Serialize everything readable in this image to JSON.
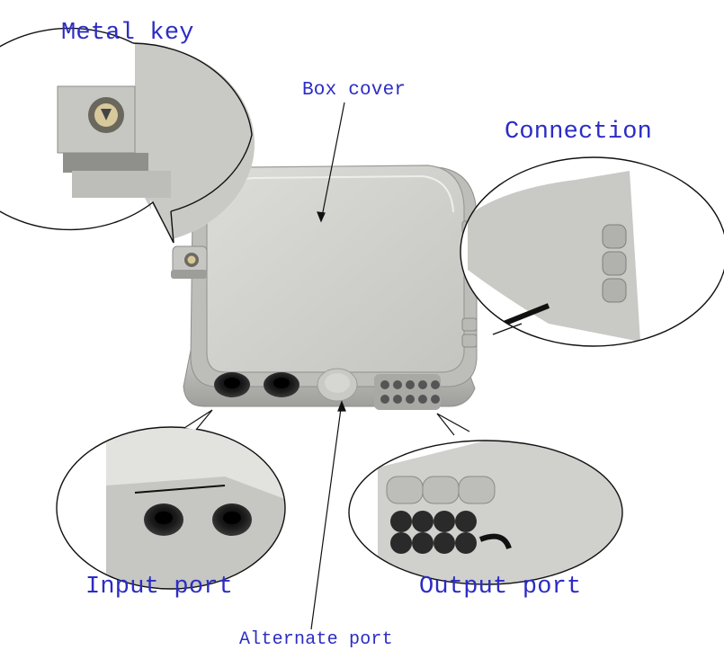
{
  "colors": {
    "label": "#2c2cc4",
    "plastic": "#cfcfcc",
    "plastic_shadow": "#a9a9a5",
    "plastic_light": "#e6e6e3",
    "port_black": "#1a1a1a",
    "outline": "#111111"
  },
  "labels": {
    "metal_key": "Metal key",
    "box_cover": "Box cover",
    "connection": "Connection",
    "input_port": "Input port",
    "output_port": "Output port",
    "alternate_port": "Alternate port"
  }
}
